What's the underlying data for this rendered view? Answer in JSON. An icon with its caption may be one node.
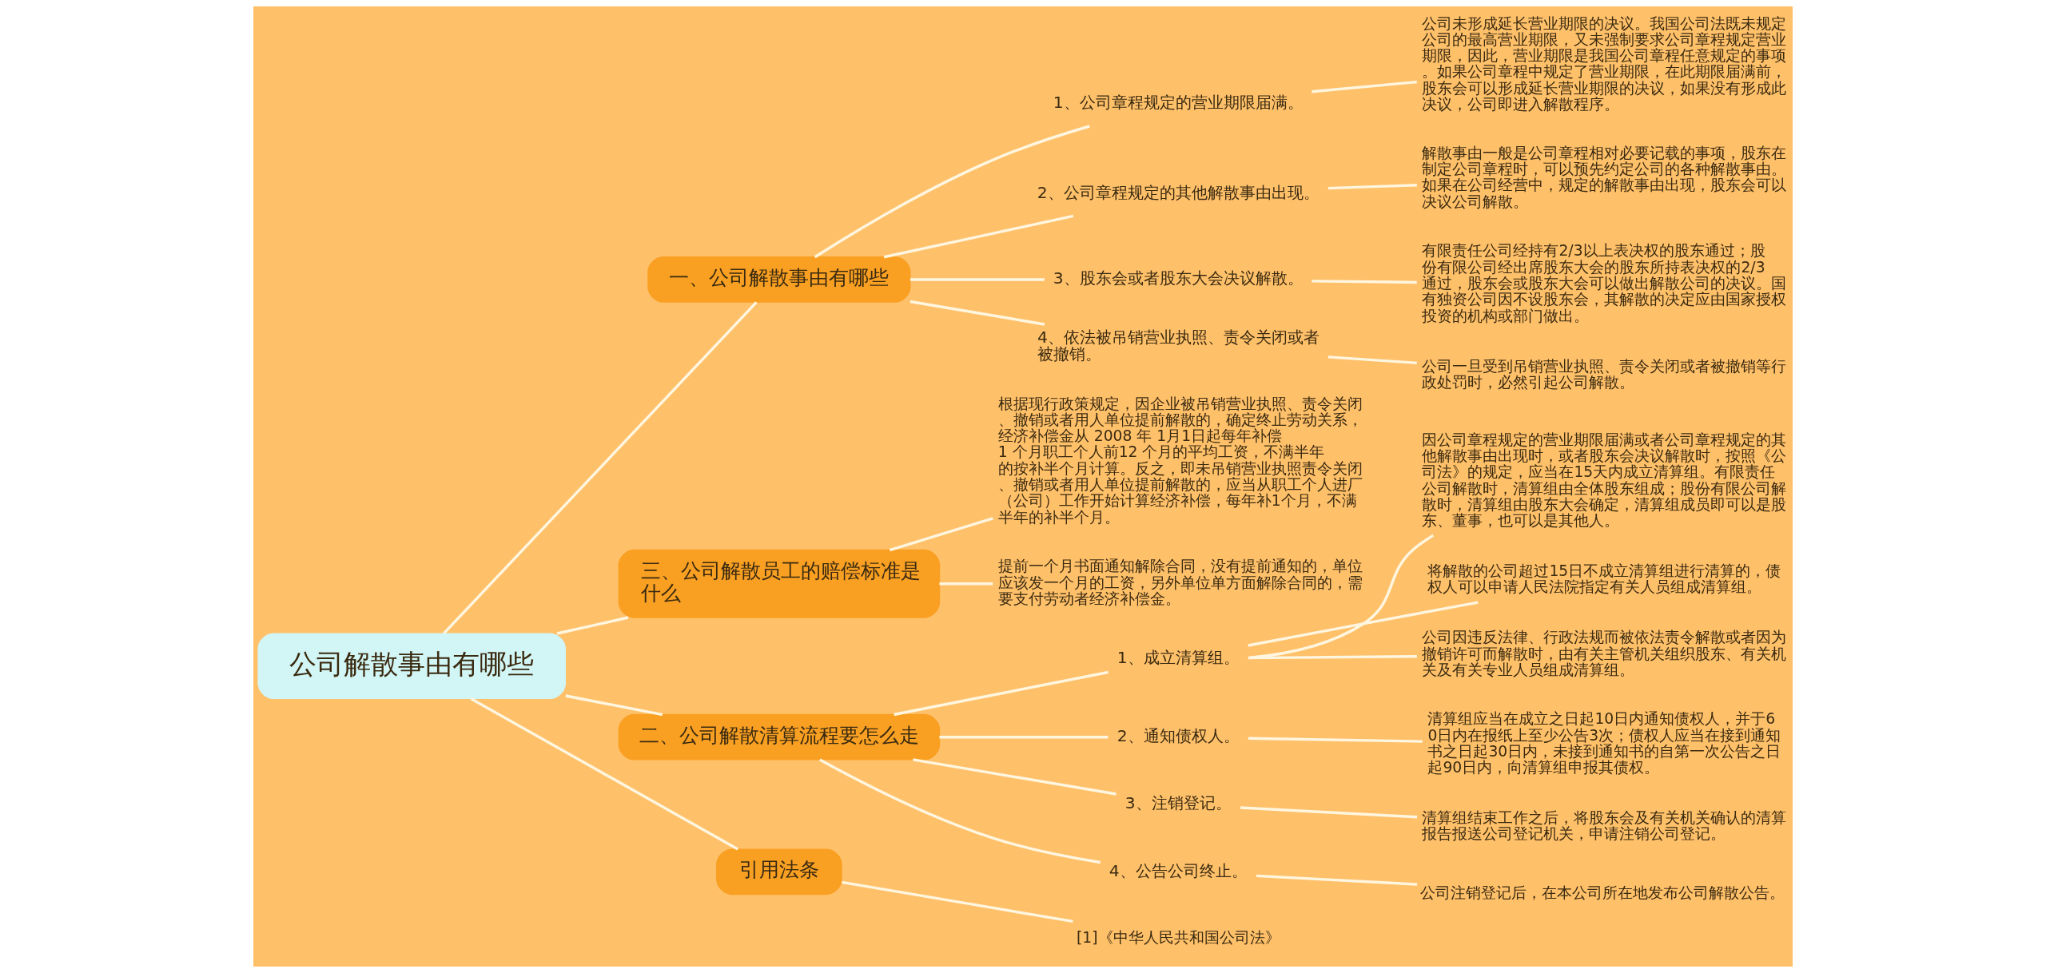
{
  "diagram": {
    "nodes": [
      {
        "text": [
          "公司解散事由有哪些"
        ]
      },
      {
        "text": [
          "一、公司解散事由有哪些"
        ]
      },
      {
        "text": [
          "1、公司章程规定的营业期限届满。"
        ]
      },
      {
        "text": [
          "公司未形成延长营业期限的决议。我国公司法既未规定公司的最高营业期限，又未强制要求公司章程规定营业期限，因此，营业期限是我国公司章程任意规定的事项。如果公司章程中规定了营业期限，在此期限届满前，股东会可以形成延长营业期限的决议，如果没有形成此决议，公司即进入解散程序。"
        ]
      },
      {
        "text": [
          "2、公司章程规定的其他解散事由出现。"
        ]
      },
      {
        "text": [
          "解散事由一般是公司章程相对必要记载的事项，股东在制定公司章程时，可以预先约定公司的各种解散事由。如果在公司经营中，规定的解散事由出现，股东会可以决议公司解散。"
        ]
      },
      {
        "text": [
          "3、股东会或者股东大会决议解散。"
        ]
      },
      {
        "text": [
          "有限责任公司经持有2/3以上表决权的股东通过；股份有限公司经出席股东大会的股东所持表决权的2/3通过，股东会或股东大会可以做出解散公司的决议。国有独资公司因不设股东会，其解散的决定应由国家授权投资的机构或部门做出。"
        ]
      },
      {
        "text": [
          "4、依法被吊销营业执照、责令关闭或者被撤销。"
        ]
      },
      {
        "text": [
          "公司一旦受到吊销营业执照、责令关闭或者被撤销等行政处罚时，必然引起公司解散。"
        ]
      },
      {
        "text": [
          "三、公司解散员工的赔偿标准是什么"
        ]
      },
      {
        "text": [
          "根据现行政策规定，因企业被吊销营业执照、责令关闭、撤销或者用人单位提前解散的，确定终止劳动关系，经济补偿金从 2008 年 1月1日起每年补偿 1 个月职工个人前12 个月的平均工资，不满半年的按补半个月计算。反之，即未吊销营业执照责令关闭、撤销或者用人单位提前解散的，应当从职工个人进厂（公司）工作开始计算经济补偿，每年补1个月，不满半年的补半个月。"
        ]
      },
      {
        "text": [
          "提前一个月书面通知解除合同，没有提前通知的，单位应该发一个月的工资，另外单位单方面解除合同的，需要支付劳动者经济补偿金。"
        ]
      },
      {
        "text": [
          "二、公司解散清算流程要怎么走"
        ]
      },
      {
        "text": [
          "1、成立清算组。"
        ]
      },
      {
        "text": [
          "因公司章程规定的营业期限届满或者公司章程规定的其他解散事由出现时，或者股东会决议解散时，按照《公司法》的规定，应当在15天内成立清算组。有限责任公司解散时，清算组由全体股东组成；股份有限公司解散时，清算组由股东大会确定，清算组成员即可以是股东、董事，也可以是其他人。"
        ]
      },
      {
        "text": [
          "将解散的公司超过15日不成立清算组进行清算的，债权人可以申请人民法院指定有关人员组成清算组。"
        ]
      },
      {
        "text": [
          "公司因违反法律、行政法规而被依法责令解散或者因为撤销许可而解散时，由有关主管机关组织股东、有关机关及有关专业人员组成清算组。"
        ]
      },
      {
        "text": [
          "2、通知债权人。"
        ]
      },
      {
        "text": [
          "清算组应当在成立之日起10日内通知债权人，并于60日内在报纸上至少公告3次；债权人应当在接到通知书之日起30日内，未接到通知书的自第一次公告之日起90日内，向清算组申报其债权。"
        ]
      },
      {
        "text": [
          "3、注销登记。"
        ]
      },
      {
        "text": [
          "清算组结束工作之后，将股东会及有关机关确认的清算报告报送公司登记机关，申请注销公司登记。"
        ]
      },
      {
        "text": [
          "4、公告公司终止。"
        ]
      },
      {
        "text": [
          "公司注销登记后，在本公司所在地发布公司解散公告。"
        ]
      },
      {
        "text": [
          "引用法条"
        ]
      },
      {
        "text": [
          "[1]《中华人民共和国公司法》"
        ]
      }
    ],
    "edges": [
      {
        "from": 0,
        "to": 1,
        "arrow": "none"
      },
      {
        "from": 1,
        "to": 2,
        "arrow": "none"
      },
      {
        "from": 2,
        "to": 3,
        "arrow": "none"
      },
      {
        "from": 1,
        "to": 4,
        "arrow": "none"
      },
      {
        "from": 4,
        "to": 5,
        "arrow": "none"
      },
      {
        "from": 1,
        "to": 6,
        "arrow": "none"
      },
      {
        "from": 6,
        "to": 7,
        "arrow": "none"
      },
      {
        "from": 1,
        "to": 8,
        "arrow": "none"
      },
      {
        "from": 8,
        "to": 9,
        "arrow": "none"
      },
      {
        "from": 0,
        "to": 10,
        "arrow": "none"
      },
      {
        "from": 10,
        "to": 11,
        "arrow": "none"
      },
      {
        "from": 10,
        "to": 12,
        "arrow": "none"
      },
      {
        "from": 0,
        "to": 13,
        "arrow": "none"
      },
      {
        "from": 13,
        "to": 14,
        "arrow": "none"
      },
      {
        "from": 14,
        "to": 15,
        "arrow": "none"
      },
      {
        "from": 14,
        "to": 16,
        "arrow": "none"
      },
      {
        "from": 14,
        "to": 17,
        "arrow": "none"
      },
      {
        "from": 13,
        "to": 18,
        "arrow": "none"
      },
      {
        "from": 18,
        "to": 19,
        "arrow": "none"
      },
      {
        "from": 13,
        "to": 20,
        "arrow": "none"
      },
      {
        "from": 20,
        "to": 21,
        "arrow": "none"
      },
      {
        "from": 13,
        "to": 22,
        "arrow": "none"
      },
      {
        "from": 22,
        "to": 23,
        "arrow": "none"
      },
      {
        "from": 0,
        "to": 24,
        "arrow": "none"
      },
      {
        "from": 24,
        "to": 25,
        "arrow": "none"
      }
    ]
  }
}
